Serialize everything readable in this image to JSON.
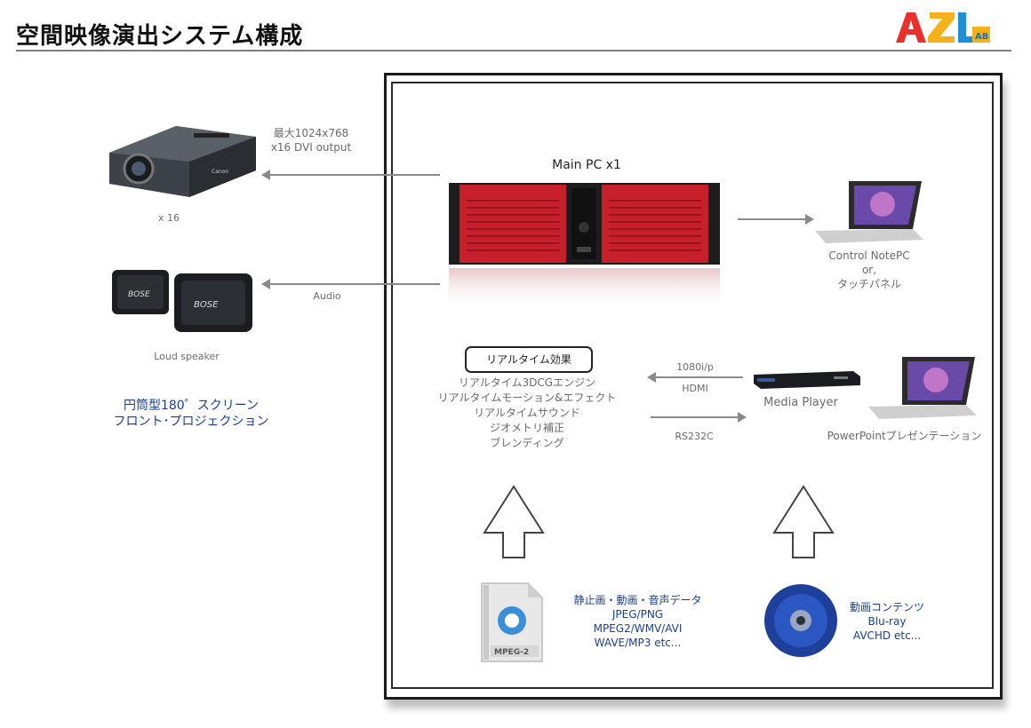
{
  "page": {
    "title": "空間映像演出システム構成"
  },
  "logo": {
    "letters": "AZL",
    "sub": "AB",
    "colors": {
      "a": "#e8312a",
      "z": "#f3b21b",
      "l": "#1c8fd6"
    }
  },
  "left": {
    "projector_spec_1": "最大1024x768",
    "projector_spec_2": "x16 DVI output",
    "projector_count": "x 16",
    "audio_label": "Audio",
    "speaker_label": "Loud speaker",
    "screen_line1": "円筒型180゜スクリーン",
    "screen_line2": "フロント･プロジェクション"
  },
  "main": {
    "pc_label": "Main PC x1",
    "control_label_1": "Control NotePC",
    "control_label_2": "or,",
    "control_label_3": "タッチパネル",
    "realtime_badge": "リアルタイム効果",
    "realtime_items": [
      "リアルタイム3DCGエンジン",
      "リアルタイムモーション&エフェクト",
      "リアルタイムサウンド",
      "ジオメトリ補正",
      "ブレンディング"
    ],
    "signal_top_1": "1080i/p",
    "signal_top_2": "HDMI",
    "signal_bottom": "RS232C",
    "media_player_label": "Media Player",
    "powerpoint_label": "PowerPointプレゼンテーション",
    "file_icon_label": "MPEG-2",
    "data_block": [
      "静止画・動画・音声データ",
      "JPEG/PNG",
      "MPEG2/WMV/AVI",
      "WAVE/MP3 etc..."
    ],
    "video_block": [
      "動画コンテンツ",
      "Blu-ray",
      "AVCHD etc..."
    ]
  }
}
